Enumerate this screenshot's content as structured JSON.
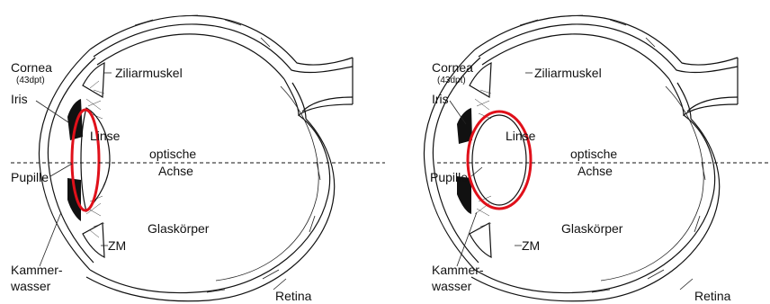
{
  "panels": [
    {
      "labels": {
        "cornea": "Cornea",
        "cornea_power": "(43dpt)",
        "iris": "Iris",
        "ciliary_muscle": "Ziliarmuskel",
        "lens": "Linse",
        "optic_axis_1": "optische",
        "optic_axis_2": "Achse",
        "pupil": "Pupille",
        "vitreous": "Glaskörper",
        "zonule": "ZM",
        "aqueous_1": "Kammer-",
        "aqueous_2": "wasser",
        "retina": "Retina"
      },
      "lens_state": "flat"
    },
    {
      "labels": {
        "cornea": "Cornea",
        "cornea_power": "(43dpt)",
        "iris": "Iris",
        "ciliary_muscle": "Ziliarmuskel",
        "lens": "Linse",
        "optic_axis_1": "optische",
        "optic_axis_2": "Achse",
        "pupil": "Pupille",
        "vitreous": "Glaskörper",
        "zonule": "ZM",
        "aqueous_1": "Kammer-",
        "aqueous_2": "wasser",
        "retina": "Retina"
      },
      "lens_state": "round"
    }
  ],
  "colors": {
    "lens_highlight": "#e0101a",
    "line": "#111111",
    "background": "#ffffff"
  }
}
